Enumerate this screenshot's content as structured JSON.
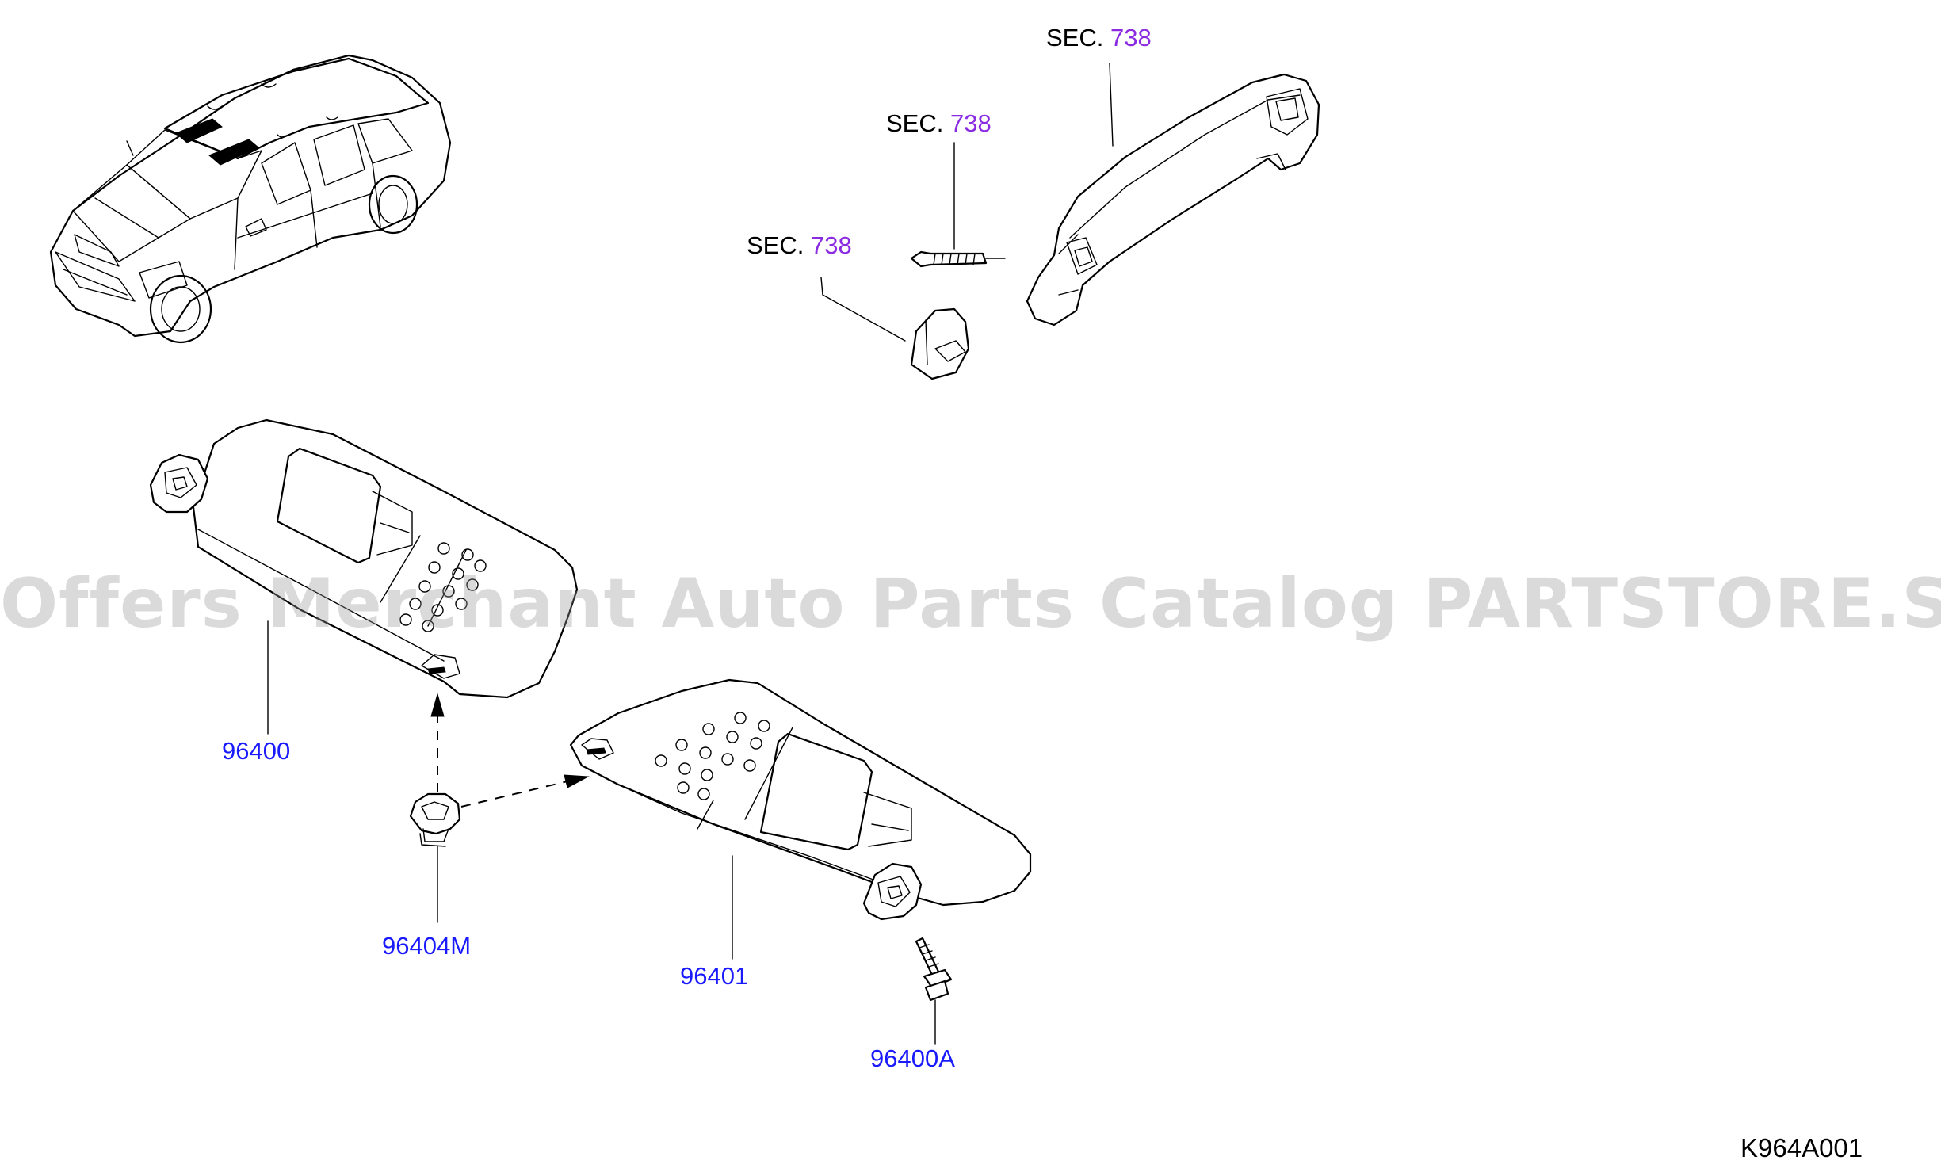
{
  "labels": {
    "sun_visor_lh": "96400",
    "sun_visor_rh": "96401",
    "holder": "96404M",
    "screw": "96400A",
    "sec_prefix": "SEC.",
    "sec_number": "738",
    "diagram_code": "K964A001"
  },
  "watermark": "Offers Merchant Auto Parts Catalog PARTSTORE.SA",
  "colors": {
    "part_number": "#1a1aff",
    "section_number": "#8a2be2",
    "line": "#000000",
    "watermark": "#969696"
  }
}
